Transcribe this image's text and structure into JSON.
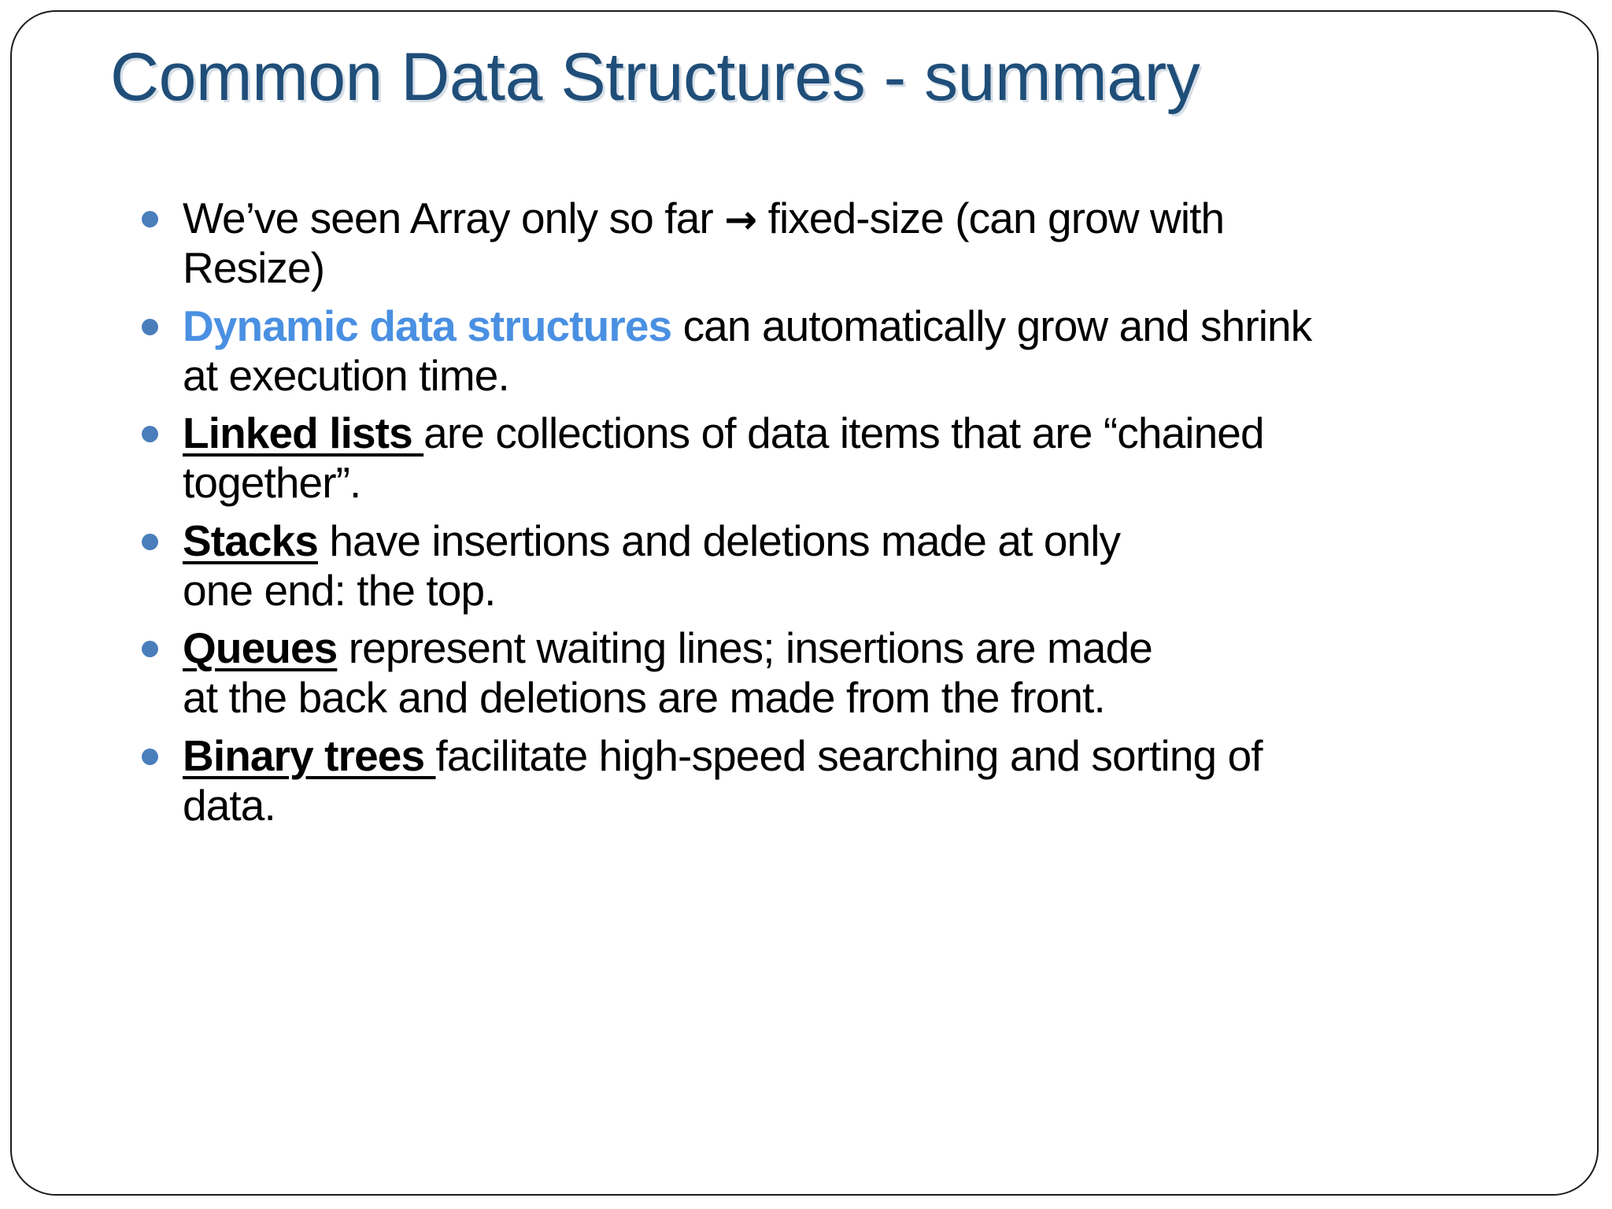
{
  "slide": {
    "title": "Common Data Structures - summary",
    "title_color": "#1F4E79",
    "bullet_color": "#4A7EBB",
    "accent_blue": "#4A90E2",
    "background": "#FFFFFF",
    "border_color": "#1A1A1A",
    "bullet_icon": "filled-circle-bullet",
    "arrow_icon": "right-arrow",
    "bullets": [
      {
        "id": "array",
        "lead": "",
        "lead_style": "none",
        "line1_a": "We’ve seen Array only so far ",
        "arrow": "→",
        "line1_b": " fixed-size (can grow with",
        "line2": "Resize)"
      },
      {
        "id": "dynamic-data-structures",
        "lead": "Dynamic data structures",
        "lead_style": "blue-bold",
        "line1_b": " can automatically grow and shrink",
        "line2": "at execution time."
      },
      {
        "id": "linked-lists",
        "lead": "Linked lists ",
        "lead_style": "bold-underline",
        "line1_b": "are collections of data items that are “chained",
        "line2": "together”."
      },
      {
        "id": "stacks",
        "lead": "Stacks",
        "lead_style": "bold-underline",
        "line1_b": " have insertions and deletions made at only",
        "line2": "one end: the top."
      },
      {
        "id": "queues",
        "lead": "Queues",
        "lead_style": "bold-underline",
        "line1_b": " represent waiting lines; insertions are made",
        "line2": "at the back and deletions are made from the front."
      },
      {
        "id": "binary-trees",
        "lead": "Binary trees ",
        "lead_style": "bold-underline",
        "line1_b": "facilitate high-speed searching and sorting of",
        "line2": "data."
      }
    ]
  }
}
